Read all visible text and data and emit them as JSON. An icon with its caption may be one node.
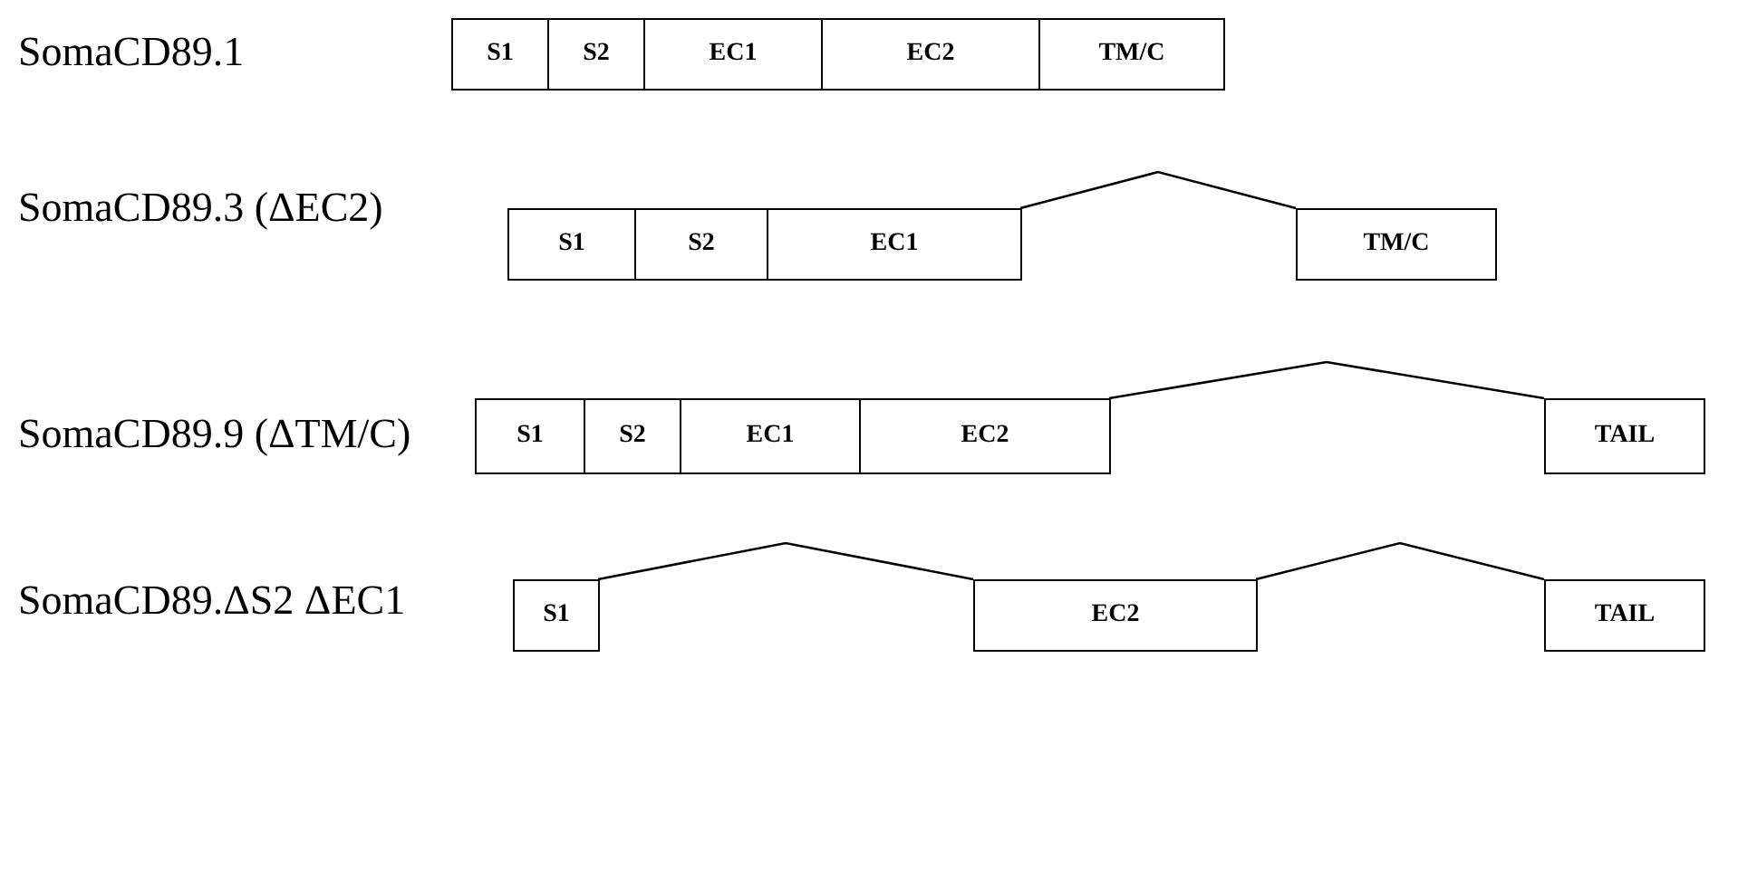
{
  "diagram": {
    "nodes": [
      {
        "text": [
          "S1"
        ]
      },
      {
        "text": [
          "S2"
        ]
      },
      {
        "text": [
          "EC1"
        ]
      },
      {
        "text": [
          "EC2"
        ]
      },
      {
        "text": [
          "TM/C"
        ]
      },
      {
        "text": [
          "S1"
        ]
      },
      {
        "text": [
          "S2"
        ]
      },
      {
        "text": [
          "EC1"
        ]
      },
      {
        "text": [
          "TM/C"
        ]
      },
      {
        "text": [
          "S1"
        ]
      },
      {
        "text": [
          "S2"
        ]
      },
      {
        "text": [
          "EC1"
        ]
      },
      {
        "text": [
          "EC2"
        ]
      },
      {
        "text": [
          "TAIL"
        ]
      },
      {
        "text": [
          "S1"
        ]
      },
      {
        "text": [
          "EC2"
        ]
      },
      {
        "text": [
          "TAIL"
        ]
      }
    ],
    "edges": [
      {
        "from": 7,
        "to": 8,
        "arrow": "none"
      },
      {
        "from": 12,
        "to": 13,
        "arrow": "none"
      },
      {
        "from": 14,
        "to": 15,
        "arrow": "none"
      },
      {
        "from": 15,
        "to": 16,
        "arrow": "none"
      }
    ],
    "labels": [
      "SomaCD89.1",
      "SomaCD89.3 (ΔEC2)",
      "SomaCD89.9 (ΔTM/C)",
      "SomaCD89.ΔS2 ΔEC1"
    ]
  }
}
